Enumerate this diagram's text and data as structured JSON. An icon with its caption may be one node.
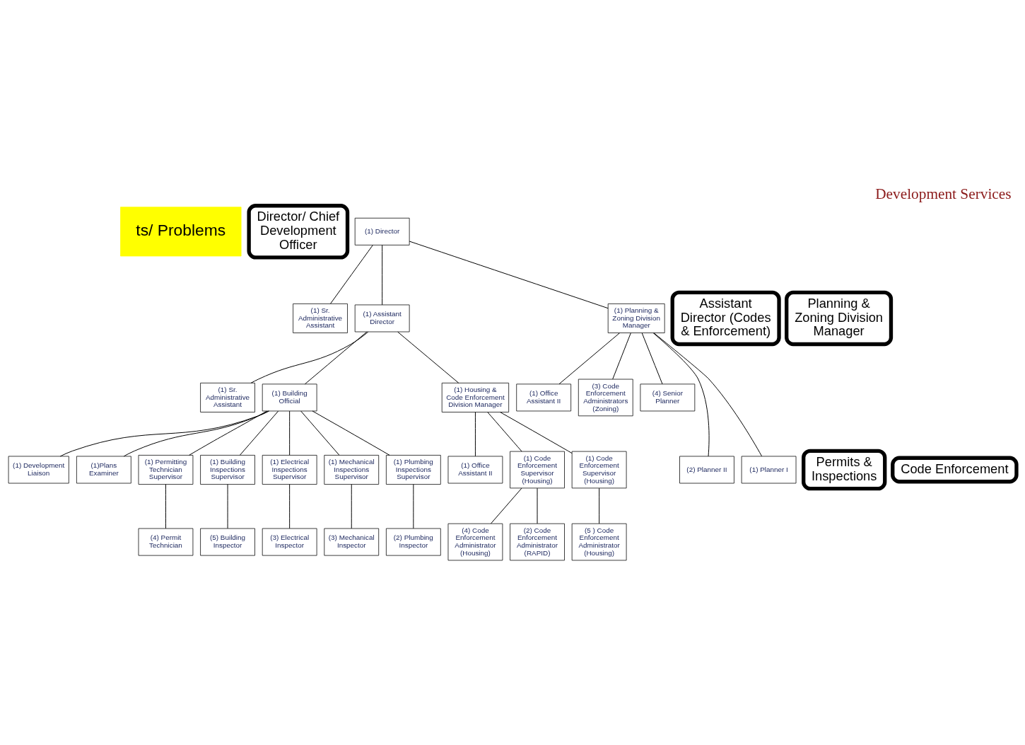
{
  "diagram": {
    "title": "Development Services",
    "nodes": [
      {
        "text": [
          "ts/ Problems"
        ]
      },
      {
        "text": [
          "Director/ Chief Development Officer"
        ]
      },
      {
        "text": [
          "(1) Director"
        ]
      },
      {
        "text": [
          "(1) Sr. Administrative Assistant"
        ]
      },
      {
        "text": [
          "Assistant Director (Codes & Enforcement)"
        ]
      },
      {
        "text": [
          "(1) Assistant Director"
        ]
      },
      {
        "text": [
          "Planning & Zoning Division Manager"
        ]
      },
      {
        "text": [
          "(1) Planning & Zoning Division Manager"
        ]
      },
      {
        "text": [
          "(1) Office Assistant II"
        ]
      },
      {
        "text": [
          "(1) Sr. Administrative Assistant"
        ]
      },
      {
        "text": [
          "(3) Code Enforcement Administrators (Zoning)"
        ]
      },
      {
        "text": [
          "(1) Building Official"
        ]
      },
      {
        "text": [
          "(1) Housing & Code Enforcement Division Manager"
        ]
      },
      {
        "text": [
          "(4) Senior Planner"
        ]
      },
      {
        "text": [
          "Permits & Inspections"
        ]
      },
      {
        "text": [
          "(1) Development Liaison"
        ]
      },
      {
        "text": [
          "(1)Plans Examiner"
        ]
      },
      {
        "text": [
          "Code Enforcement"
        ]
      },
      {
        "text": [
          "(1) Office Assistant II"
        ]
      },
      {
        "text": [
          "(2) Planner II"
        ]
      },
      {
        "text": [
          "(1) Planner I"
        ]
      },
      {
        "text": [
          "(1) Permitting Technician Supervisor"
        ]
      },
      {
        "text": [
          "(1) Building Inspections Supervisor"
        ]
      },
      {
        "text": [
          "(1) Electrical Inspections Supervisor"
        ]
      },
      {
        "text": [
          "(1) Mechanical Inspections Supervisor"
        ]
      },
      {
        "text": [
          "(1) Plumbing Inspections Supervisor"
        ]
      },
      {
        "text": [
          "(1) Code Enforcement Supervisor (Housing)"
        ]
      },
      {
        "text": [
          "(1) Code Enforcement Supervisor (Housing)"
        ]
      },
      {
        "text": [
          "(4) Permit Technician"
        ]
      },
      {
        "text": [
          "(5) Building Inspector"
        ]
      },
      {
        "text": [
          "(3) Electrical Inspector"
        ]
      },
      {
        "text": [
          "(3) Mechanical Inspector"
        ]
      },
      {
        "text": [
          "(2) Plumbing Inspector"
        ]
      },
      {
        "text": [
          "(4) Code Enforcement Administrator (Housing)"
        ]
      },
      {
        "text": [
          "(2) Code Enforcement Administrator (RAPID)"
        ]
      },
      {
        "text": [
          "(5 ) Code Enforcement Administrator (Housing)"
        ]
      }
    ],
    "edges": [
      {
        "from": 2,
        "to": 3,
        "arrow": "none"
      },
      {
        "from": 2,
        "to": 5,
        "arrow": "none"
      },
      {
        "from": 2,
        "to": 7,
        "arrow": "none"
      },
      {
        "from": 7,
        "to": 8,
        "arrow": "none"
      },
      {
        "from": 7,
        "to": 10,
        "arrow": "none"
      },
      {
        "from": 7,
        "to": 13,
        "arrow": "none"
      },
      {
        "from": 7,
        "to": 19,
        "arrow": "none"
      },
      {
        "from": 7,
        "to": 20,
        "arrow": "none"
      },
      {
        "from": 5,
        "to": 9,
        "arrow": "none"
      },
      {
        "from": 5,
        "to": 11,
        "arrow": "none"
      },
      {
        "from": 5,
        "to": 12,
        "arrow": "none"
      },
      {
        "from": 11,
        "to": 15,
        "arrow": "none"
      },
      {
        "from": 11,
        "to": 16,
        "arrow": "none"
      },
      {
        "from": 12,
        "to": 18,
        "arrow": "none"
      },
      {
        "from": 11,
        "to": 21,
        "arrow": "none"
      },
      {
        "from": 11,
        "to": 22,
        "arrow": "none"
      },
      {
        "from": 11,
        "to": 23,
        "arrow": "none"
      },
      {
        "from": 11,
        "to": 24,
        "arrow": "none"
      },
      {
        "from": 11,
        "to": 25,
        "arrow": "none"
      },
      {
        "from": 12,
        "to": 26,
        "arrow": "none"
      },
      {
        "from": 12,
        "to": 27,
        "arrow": "none"
      },
      {
        "from": 21,
        "to": 28,
        "arrow": "none"
      },
      {
        "from": 22,
        "to": 29,
        "arrow": "none"
      },
      {
        "from": 23,
        "to": 30,
        "arrow": "none"
      },
      {
        "from": 24,
        "to": 31,
        "arrow": "none"
      },
      {
        "from": 25,
        "to": 32,
        "arrow": "none"
      },
      {
        "from": 26,
        "to": 33,
        "arrow": "none"
      },
      {
        "from": 26,
        "to": 34,
        "arrow": "none"
      },
      {
        "from": 27,
        "to": 35,
        "arrow": "none"
      }
    ]
  }
}
